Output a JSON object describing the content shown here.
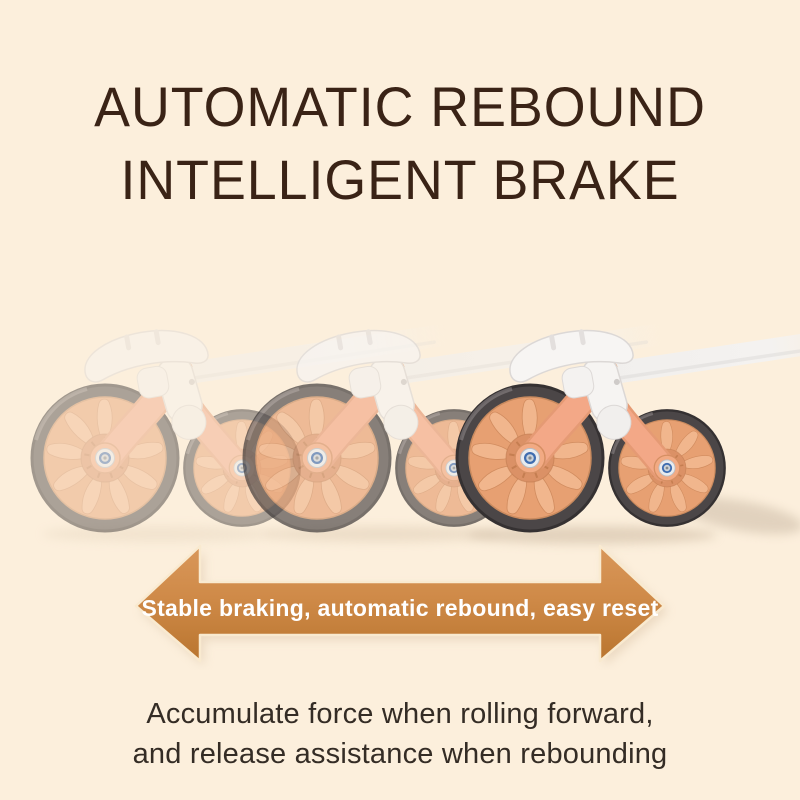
{
  "background_color": "#fcefdc",
  "headline": {
    "line1": "AUTOMATIC REBOUND",
    "line2": "INTELLIGENT BRAKE",
    "color": "#3a2316"
  },
  "product": {
    "item": "ab roller wheel",
    "frames": [
      {
        "name": "ghost-frame-left",
        "opacity": 0.45
      },
      {
        "name": "ghost-frame-middle",
        "opacity": 0.66
      },
      {
        "name": "solid-frame-right",
        "opacity": 1.0
      }
    ],
    "colors": {
      "wheel_tread": "#4b4647",
      "wheel_hub": "#e7a072",
      "hub_petal": "#f1b68d",
      "frame": "#f3a887",
      "handle": "#f7f5f3",
      "bolt_ring_blue": "#3f6db0",
      "accent_orange": "#ec8a48",
      "ground_shadow": "#c9b59d"
    }
  },
  "banner": {
    "label": "Stable braking, automatic rebound, easy reset",
    "fill_top": "#d9975a",
    "fill_bottom": "#b9752f",
    "outline": "#f9ead0",
    "text_color": "#ffffff"
  },
  "footer": {
    "line1": "Accumulate force when rolling forward,",
    "line2": "and release assistance when rebounding",
    "color": "#342c25"
  }
}
